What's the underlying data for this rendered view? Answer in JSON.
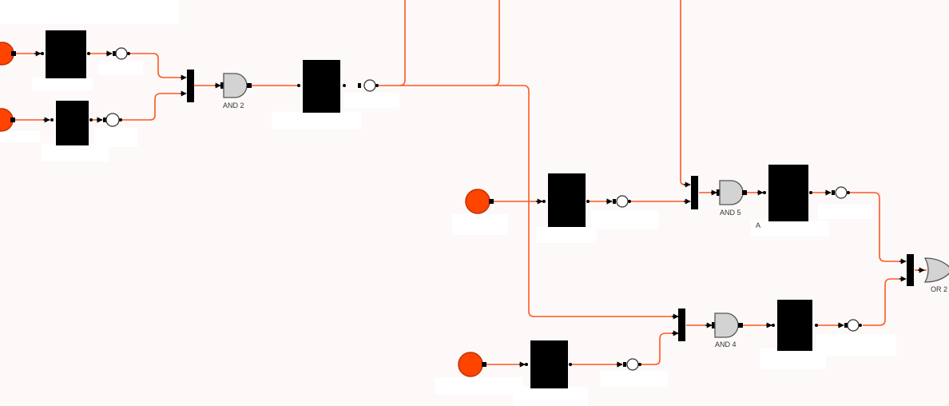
{
  "colors": {
    "background": "#fdf9f8",
    "wire": "#ff5722",
    "input_node": "#ff4400",
    "input_node_border": "#c33000",
    "gate_fill": "#d3d3d3",
    "gate_stroke": "#555555",
    "block": "#000000",
    "bus": "#000000",
    "probe_fill": "#ffffff",
    "label_panel": "#ffffff"
  },
  "gates": {
    "and2": {
      "label": "AND 2",
      "kind": "and"
    },
    "and5": {
      "label": "AND 5",
      "kind": "and"
    },
    "and4": {
      "label": "AND 4",
      "kind": "and"
    },
    "or2": {
      "label": "OR 2",
      "kind": "or"
    }
  },
  "partial_labels": {
    "under_and5_block": "A"
  }
}
